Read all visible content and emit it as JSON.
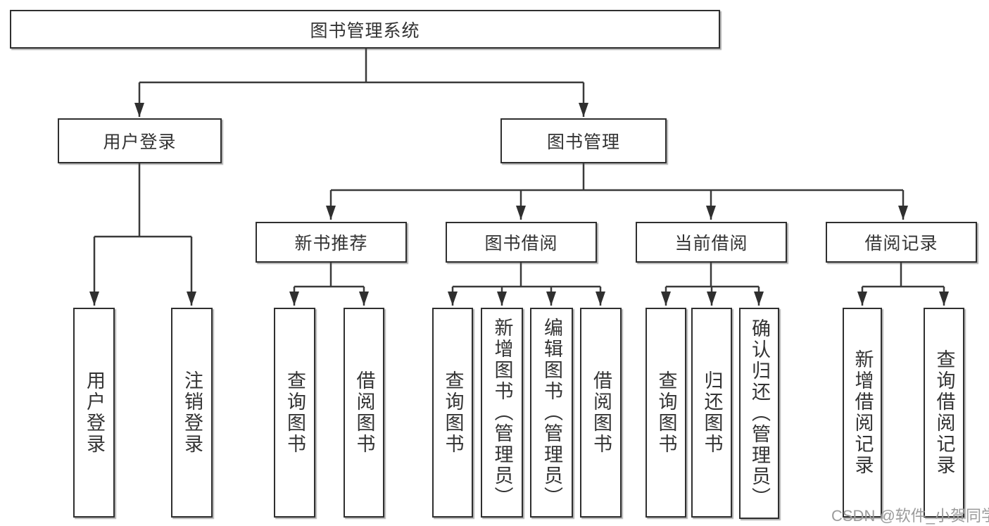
{
  "diagram": {
    "root": {
      "label": "图书管理系统"
    },
    "level2": {
      "user_login": {
        "label": "用户登录"
      },
      "book_mgmt": {
        "label": "图书管理"
      }
    },
    "level3": {
      "new_book_rec": {
        "label": "新书推荐"
      },
      "book_borrow": {
        "label": "图书借阅"
      },
      "current_borrow": {
        "label": "当前借阅"
      },
      "borrow_records": {
        "label": "借阅记录"
      }
    },
    "leaves": {
      "user_login": {
        "label": "用户登录"
      },
      "logout": {
        "label": "注销登录"
      },
      "rec_query_books": {
        "label": "查询图书"
      },
      "rec_borrow_books": {
        "label": "借阅图书"
      },
      "bb_query_books": {
        "label": "查询图书"
      },
      "bb_add_books": {
        "label": "新增图书（管理员）"
      },
      "bb_edit_books": {
        "label": "编辑图书（管理员）"
      },
      "bb_borrow_books": {
        "label": "借阅图书"
      },
      "cb_query_books": {
        "label": "查询图书"
      },
      "cb_return_books": {
        "label": "归还图书"
      },
      "cb_confirm_return": {
        "label": "确认归还（管理员）"
      },
      "br_add_record": {
        "label": "新增借阅记录"
      },
      "br_query_record": {
        "label": "查询借阅记录"
      }
    }
  },
  "watermark": {
    "text": "CSDN @软件_小贺同学"
  },
  "colors": {
    "line": "#3a3a3a",
    "box_border": "#2f2f2f",
    "text": "#333333",
    "watermark_text": "#9b9b9b",
    "background": "#ffffff"
  }
}
